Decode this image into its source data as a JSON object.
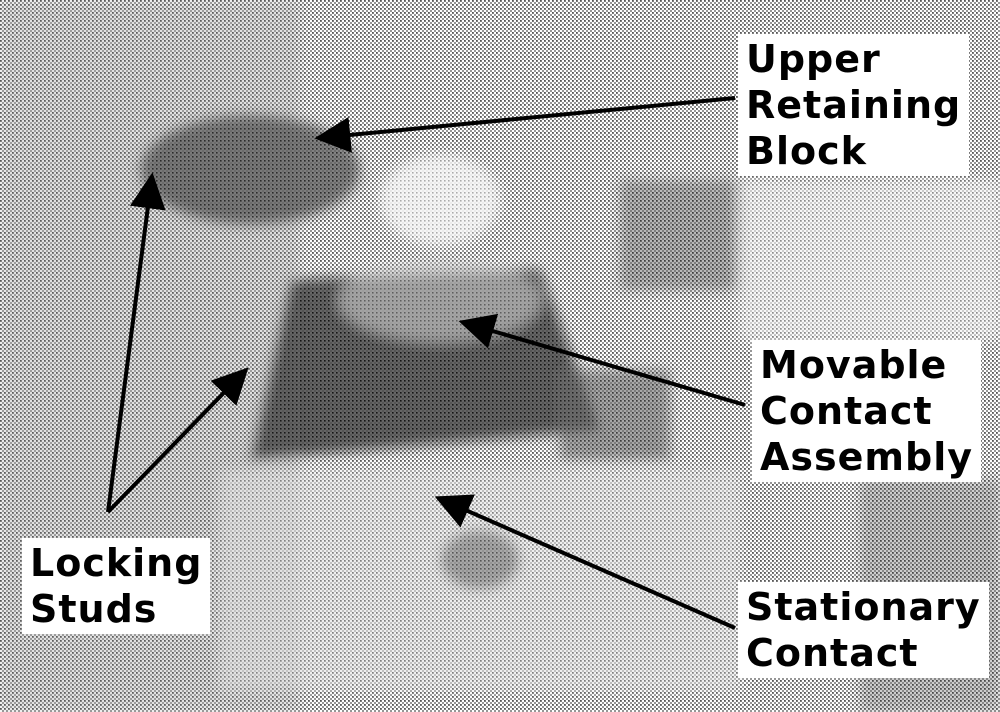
{
  "callouts": {
    "upper_retaining_block": [
      "Upper",
      "Retaining",
      "Block"
    ],
    "movable_contact_assembly": [
      "Movable",
      "Contact",
      "Assembly"
    ],
    "locking_studs": [
      "Locking",
      "Studs"
    ],
    "stationary_contact": [
      "Stationary",
      "Contact"
    ]
  },
  "colors": {
    "label_background": "#ffffff",
    "label_text": "#000000",
    "arrow": "#000000"
  }
}
